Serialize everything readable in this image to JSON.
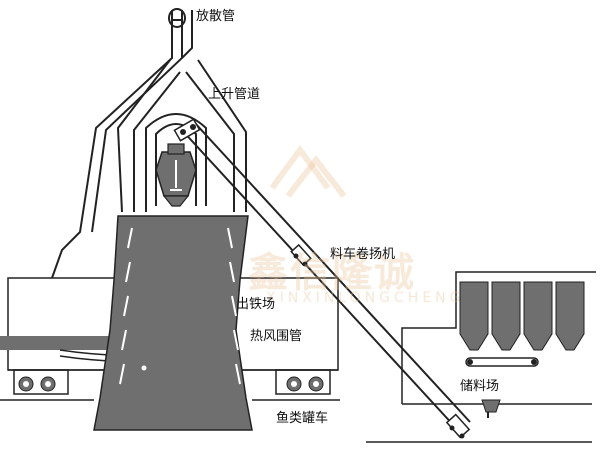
{
  "labels": {
    "vent_pipe": "放散管",
    "uptake_pipe": "上升管道",
    "skip_hoist": "料车卷扬机",
    "tap_floor": "出铁场",
    "bustle_pipe": "热风围管",
    "storage_yard": "储料场",
    "torpedo_car": "鱼类罐车"
  },
  "watermark": {
    "text": "鑫信隆诚",
    "sub": "XINXINLONGCHENG"
  },
  "colors": {
    "furnace": "#6f6f6f",
    "line": "#222222",
    "watermark": "#ecc496"
  }
}
